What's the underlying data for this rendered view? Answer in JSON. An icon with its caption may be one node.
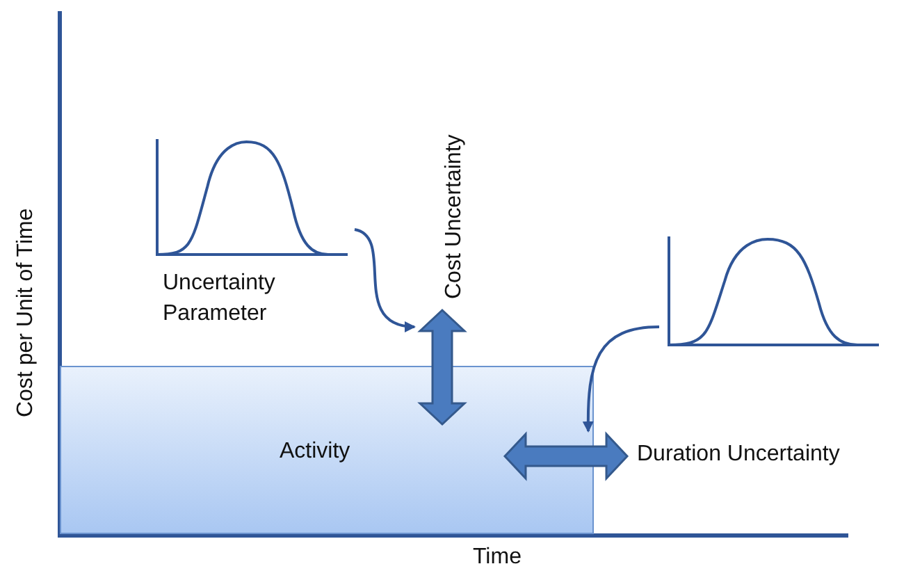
{
  "diagram": {
    "nodes": [
      {
        "text": [
          "Uncertainty Parameter"
        ]
      },
      {
        "text": [
          "Cost Uncertainty"
        ]
      },
      {
        "text": [],
        "shape": "picture"
      },
      {
        "text": [
          "Duration Uncertainty"
        ]
      },
      {
        "text": [
          "Activity"
        ]
      }
    ],
    "edges": [
      {
        "from": 0,
        "to": 1,
        "arrow": "to"
      },
      {
        "from": 2,
        "to": 3,
        "arrow": "to"
      }
    ],
    "labels": [
      "Cost per Unit of Time",
      "Time"
    ]
  }
}
